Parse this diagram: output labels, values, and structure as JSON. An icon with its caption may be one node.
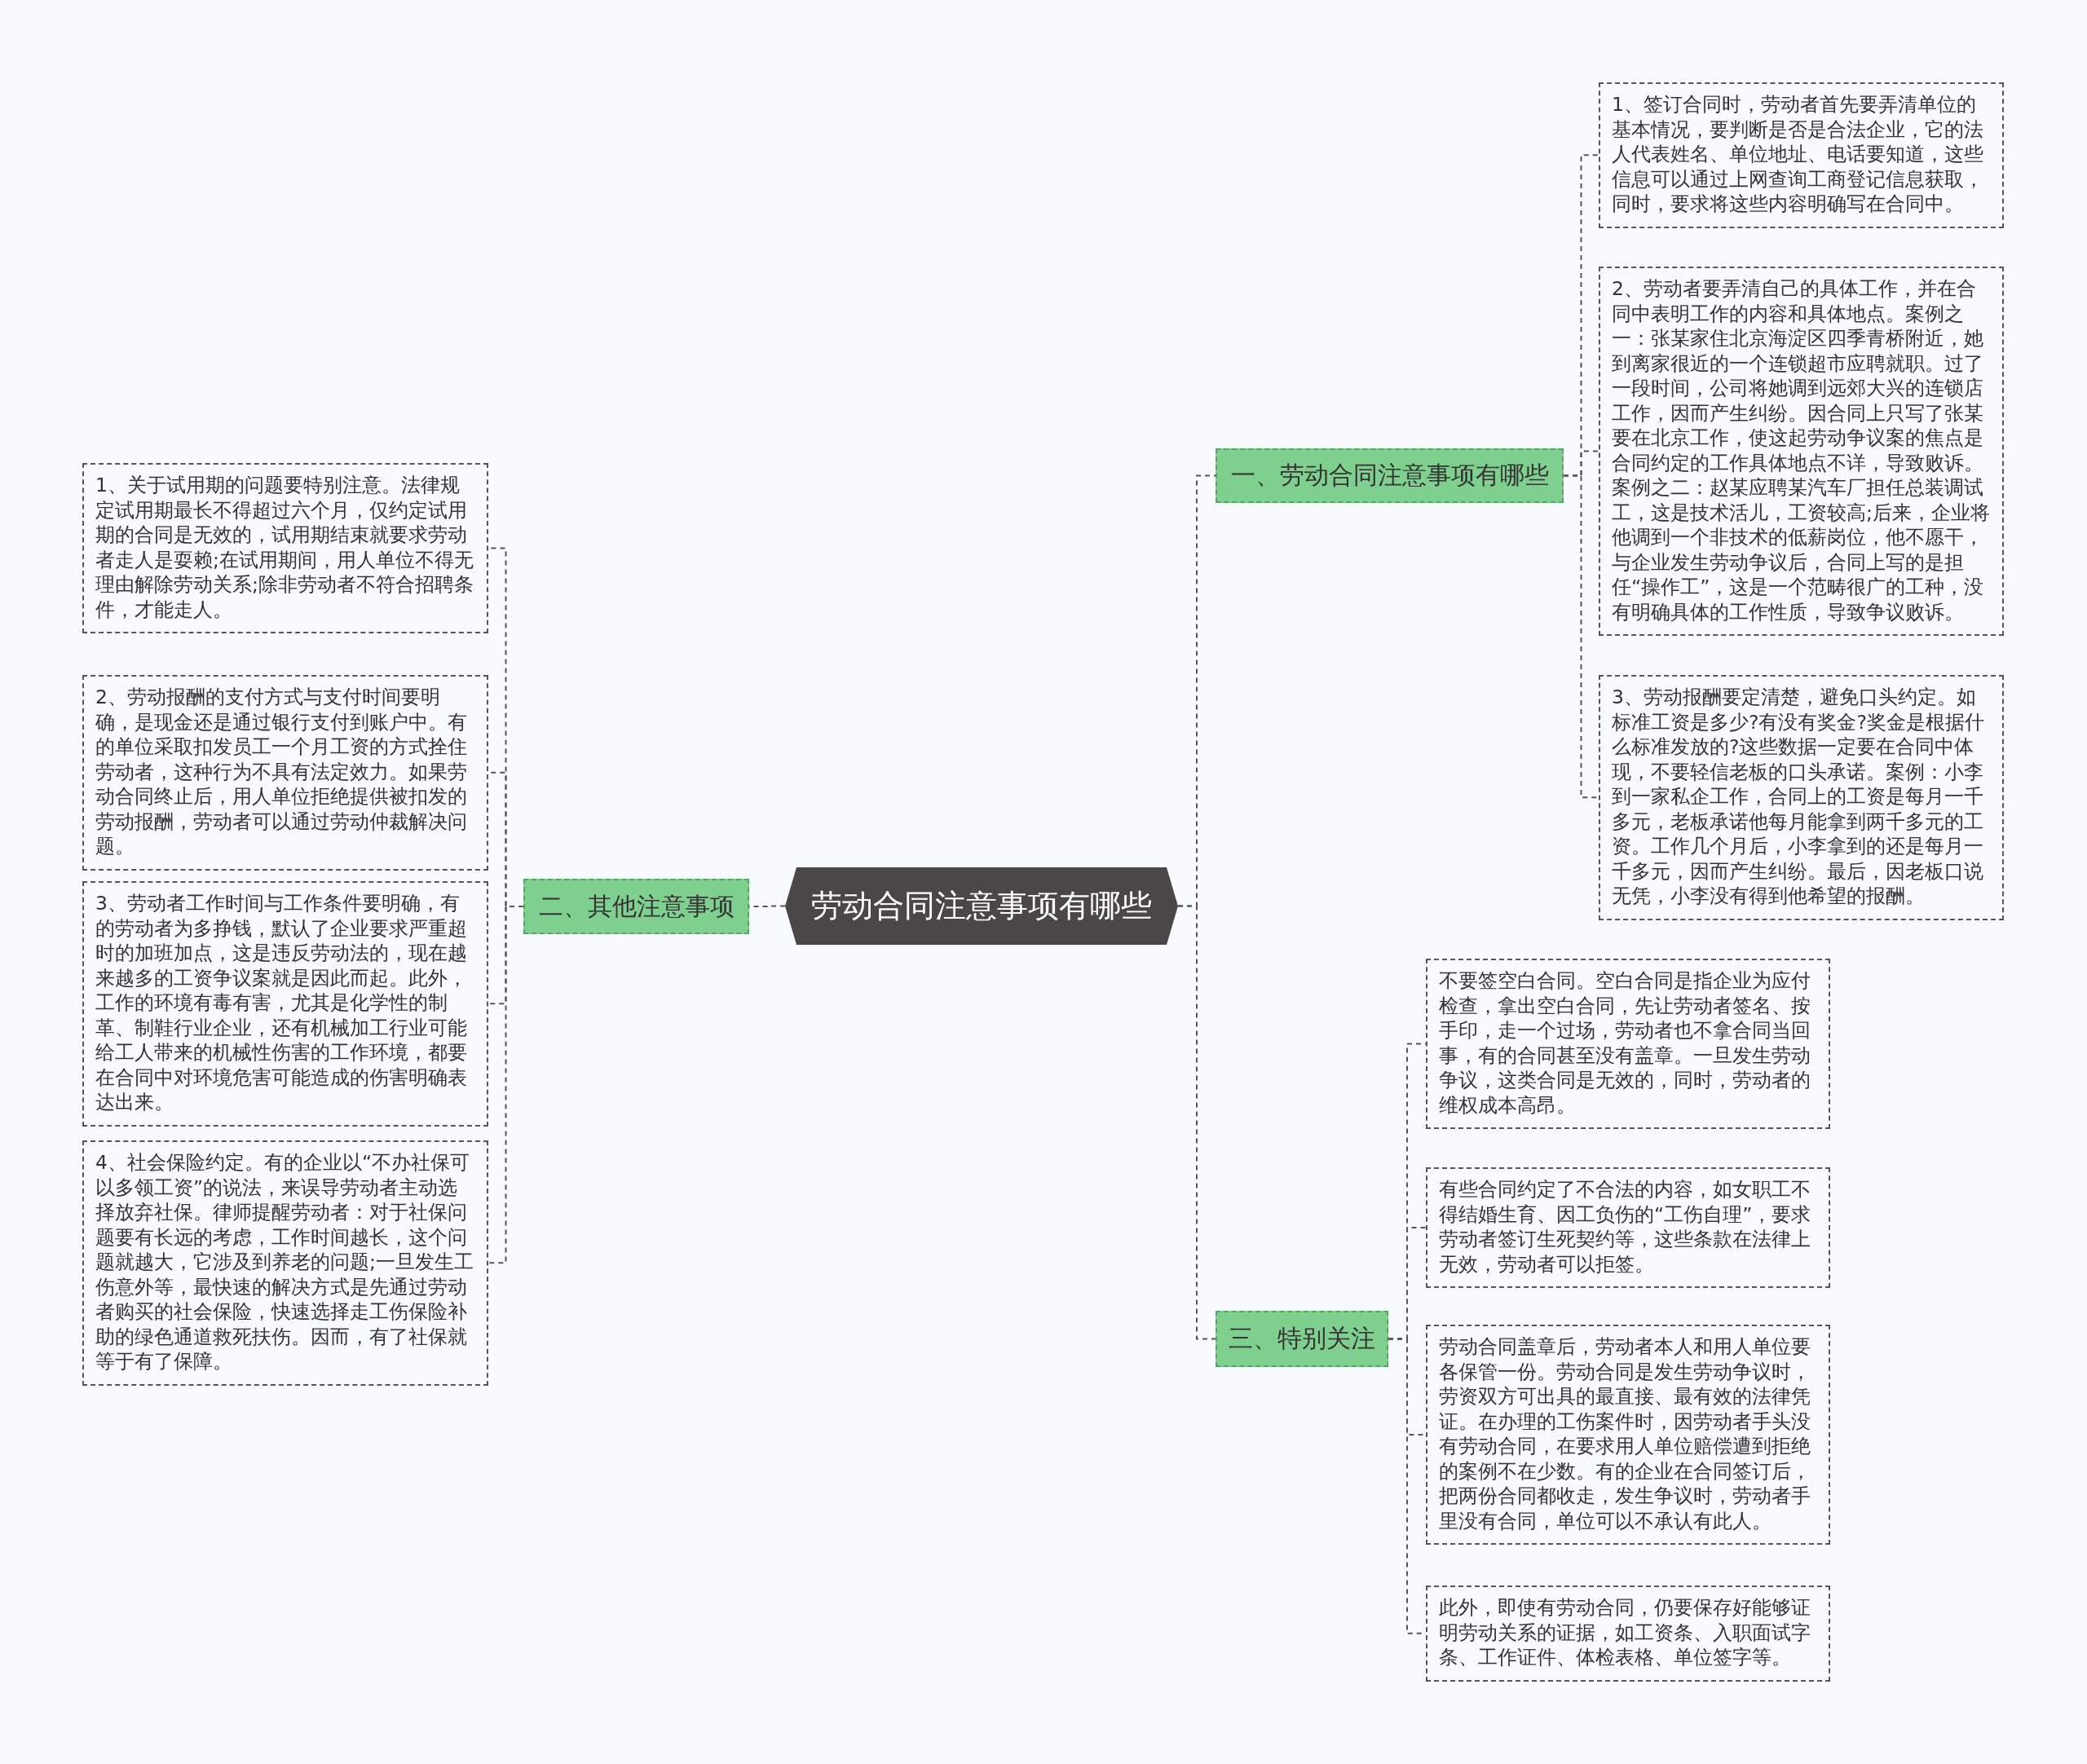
{
  "diagram": {
    "nodes": [
      {
        "text": [
          "劳动合同注意事项有哪些"
        ]
      },
      {
        "text": [
          "一、劳动合同注意事项有哪些"
        ]
      },
      {
        "text": [
          "二、其他注意事项"
        ]
      },
      {
        "text": [
          "三、特别关注"
        ]
      },
      {
        "text": [
          "1、签订合同时，劳动者首先要弄清单位的基本情况，要判断是否是合法企业，它的法人代表姓名、单位地址、电话要知道，这些信息可以通过上网查询工商登记信息获取，同时，要求将这些内容明确写在合同中。"
        ]
      },
      {
        "text": [
          "2、劳动者要弄清自己的具体工作，并在合同中表明工作的内容和具体地点。案例之一：张某家住北京海淀区四季青桥附近，她到离家很近的一个连锁超市应聘就职。过了一段时间，公司将她调到远郊大兴的连锁店工作，因而产生纠纷。因合同上只写了张某要在北京工作，使这起劳动争议案的焦点是合同约定的工作具体地点不详，导致败诉。案例之二：赵某应聘某汽车厂担任总装调试工，这是技术活儿，工资较高;后来，企业将他调到一个非技术的低薪岗位，他不愿干，与企业发生劳动争议后，合同上写的是担任“操作工”，这是一个范畴很广的工种，没有明确具体的工作性质，导致争议败诉。"
        ]
      },
      {
        "text": [
          "3、劳动报酬要定清楚，避免口头约定。如标准工资是多少?有没有奖金?奖金是根据什么标准发放的?这些数据一定要在合同中体现，不要轻信老板的口头承诺。案例：小李到一家私企工作，合同上的工资是每月一千多元，老板承诺他每月能拿到两千多元的工资。工作几个月后，小李拿到的还是每月一千多元，因而产生纠纷。最后，因老板口说无凭，小李没有得到他希望的报酬。"
        ]
      },
      {
        "text": [
          "1、关于试用期的问题要特别注意。法律规定试用期最长不得超过六个月，仅约定试用期的合同是无效的，试用期结束就要求劳动者走人是耍赖;在试用期间，用人单位不得无理由解除劳动关系;除非劳动者不符合招聘条件，才能走人。"
        ]
      },
      {
        "text": [
          "2、劳动报酬的支付方式与支付时间要明确，是现金还是通过银行支付到账户中。有的单位采取扣发员工一个月工资的方式拴住劳动者，这种行为不具有法定效力。如果劳动合同终止后，用人单位拒绝提供被扣发的劳动报酬，劳动者可以通过劳动仲裁解决问题。"
        ]
      },
      {
        "text": [
          "3、劳动者工作时间与工作条件要明确，有的劳动者为多挣钱，默认了企业要求严重超时的加班加点，这是违反劳动法的，现在越来越多的工资争议案就是因此而起。此外，工作的环境有毒有害，尤其是化学性的制革、制鞋行业企业，还有机械加工行业可能给工人带来的机械性伤害的工作环境，都要在合同中对环境危害可能造成的伤害明确表达出来。"
        ]
      },
      {
        "text": [
          "4、社会保险约定。有的企业以“不办社保可以多领工资”的说法，来误导劳动者主动选择放弃社保。律师提醒劳动者：对于社保问题要有长远的考虑，工作时间越长，这个问题就越大，它涉及到养老的问题;一旦发生工伤意外等，最快速的解决方式是先通过劳动者购买的社会保险，快速选择走工伤保险补助的绿色通道救死扶伤。因而，有了社保就等于有了保障。"
        ]
      },
      {
        "text": [
          "不要签空白合同。空白合同是指企业为应付检查，拿出空白合同，先让劳动者签名、按手印，走一个过场，劳动者也不拿合同当回事，有的合同甚至没有盖章。一旦发生劳动争议，这类合同是无效的，同时，劳动者的维权成本高昂。"
        ]
      },
      {
        "text": [
          "有些合同约定了不合法的内容，如女职工不得结婚生育、因工负伤的“工伤自理”，要求劳动者签订生死契约等，这些条款在法律上无效，劳动者可以拒签。"
        ]
      },
      {
        "text": [
          "劳动合同盖章后，劳动者本人和用人单位要各保管一份。劳动合同是发生劳动争议时，劳资双方可出具的最直接、最有效的法律凭证。在办理的工伤案件时，因劳动者手头没有劳动合同，在要求用人单位赔偿遭到拒绝的案例不在少数。有的企业在合同签订后，把两份合同都收走，发生争议时，劳动者手里没有合同，单位可以不承认有此人。"
        ]
      },
      {
        "text": [
          "此外，即使有劳动合同，仍要保存好能够证明劳动关系的证据，如工资条、入职面试字条、工作证件、体检表格、单位签字等。"
        ]
      }
    ],
    "edges": [
      {
        "from": 0,
        "to": 1,
        "arrow": "none"
      },
      {
        "from": 0,
        "to": 2,
        "arrow": "none"
      },
      {
        "from": 0,
        "to": 3,
        "arrow": "none"
      },
      {
        "from": 1,
        "to": 4,
        "arrow": "none"
      },
      {
        "from": 1,
        "to": 5,
        "arrow": "none"
      },
      {
        "from": 1,
        "to": 6,
        "arrow": "none"
      },
      {
        "from": 2,
        "to": 7,
        "arrow": "none"
      },
      {
        "from": 2,
        "to": 8,
        "arrow": "none"
      },
      {
        "from": 2,
        "to": 9,
        "arrow": "none"
      },
      {
        "from": 2,
        "to": 10,
        "arrow": "none"
      },
      {
        "from": 3,
        "to": 11,
        "arrow": "none"
      },
      {
        "from": 3,
        "to": 12,
        "arrow": "none"
      },
      {
        "from": 3,
        "to": 13,
        "arrow": "none"
      },
      {
        "from": 3,
        "to": 14,
        "arrow": "none"
      }
    ]
  }
}
